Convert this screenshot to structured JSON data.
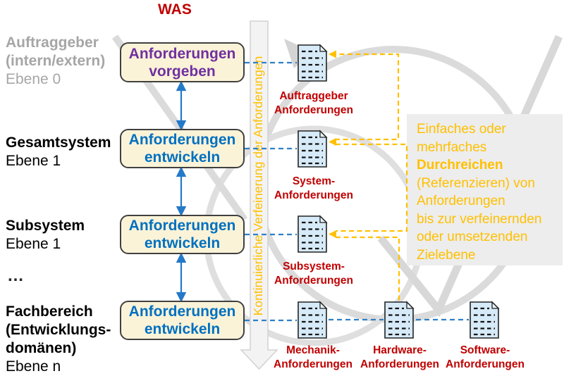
{
  "title": "WAS",
  "levels": [
    {
      "name": "Auftraggeber\n(intern/extern)",
      "ebene": "Ebene 0"
    },
    {
      "name": "Gesamtsystem",
      "ebene": "Ebene 1"
    },
    {
      "name": "Subsystem",
      "ebene": "Ebene 1"
    },
    {
      "name": "Fachbereich\n(Entwicklungs-\ndomänen)",
      "ebene": "Ebene n"
    }
  ],
  "ellipsis": "…",
  "process_boxes": [
    {
      "label": "Anforderungen\nvorgeben"
    },
    {
      "label": "Anforderungen\nentwickeln"
    },
    {
      "label": "Anforderungen\nentwickeln"
    },
    {
      "label": "Anforderungen\nentwickeln"
    }
  ],
  "refinement_arrow_label": "Kontinuierliche Verfeinerung der Anforderungen",
  "documents": [
    {
      "label": "Auftraggeber\nAnforderungen"
    },
    {
      "label": "System-\nAnforderungen"
    },
    {
      "label": "Subsystem-\nAnforderungen"
    },
    {
      "label": "Mechanik-\nAnforderungen"
    },
    {
      "label": "Hardware-\nAnforderungen"
    },
    {
      "label": "Software-\nAnforderungen"
    }
  ],
  "note": {
    "lines": [
      "Einfaches oder",
      "mehrfaches",
      "Durchreichen",
      "(Referenzieren) von",
      "Anforderungen",
      "bis zur verfeinernden",
      "oder umsetzenden",
      "Zielebene"
    ]
  },
  "colors": {
    "red": "#C00000",
    "purple": "#7030A0",
    "blue": "#0070C0",
    "orange": "#FFC000",
    "gray_text": "#A6A6A6",
    "box_fill": "#FBF3D8",
    "doc_fill": "#D6EAF8",
    "note_bg": "#EDEDED",
    "background_shape_gray": "#DBDBDB"
  }
}
